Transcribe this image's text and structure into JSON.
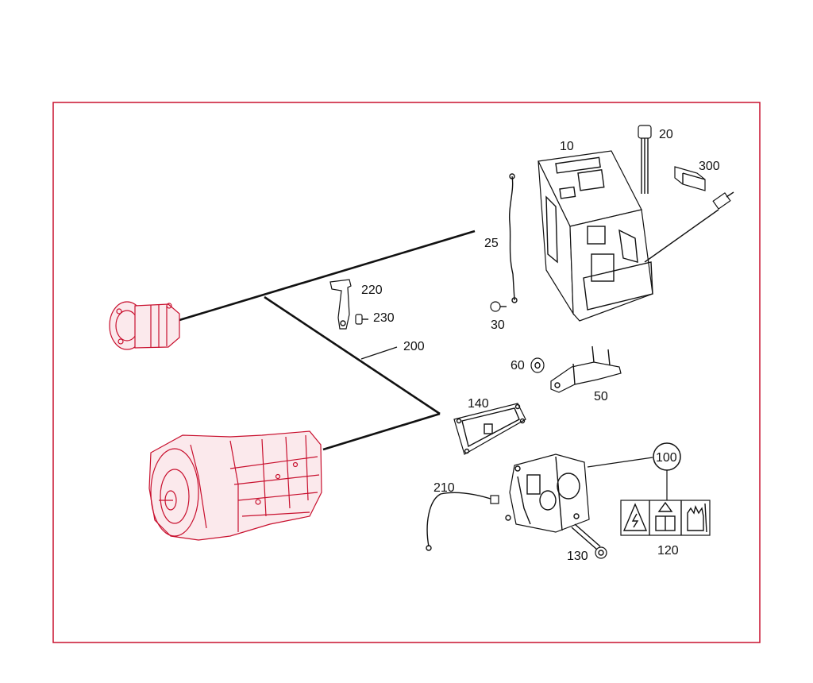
{
  "colors": {
    "frame": "#c8102e",
    "line": "#111111",
    "part_outline": "#c8102e"
  },
  "callouts": {
    "c10": "10",
    "c20": "20",
    "c25": "25",
    "c30": "30",
    "c50": "50",
    "c60": "60",
    "c100": "100",
    "c120": "120",
    "c130": "130",
    "c140": "140",
    "c200": "200",
    "c210": "210",
    "c220": "220",
    "c230": "230",
    "c300": "300"
  },
  "icons": {
    "label_120": [
      "high-voltage-warning-icon",
      "warning-manual-icon",
      "hand-protection-icon"
    ]
  }
}
